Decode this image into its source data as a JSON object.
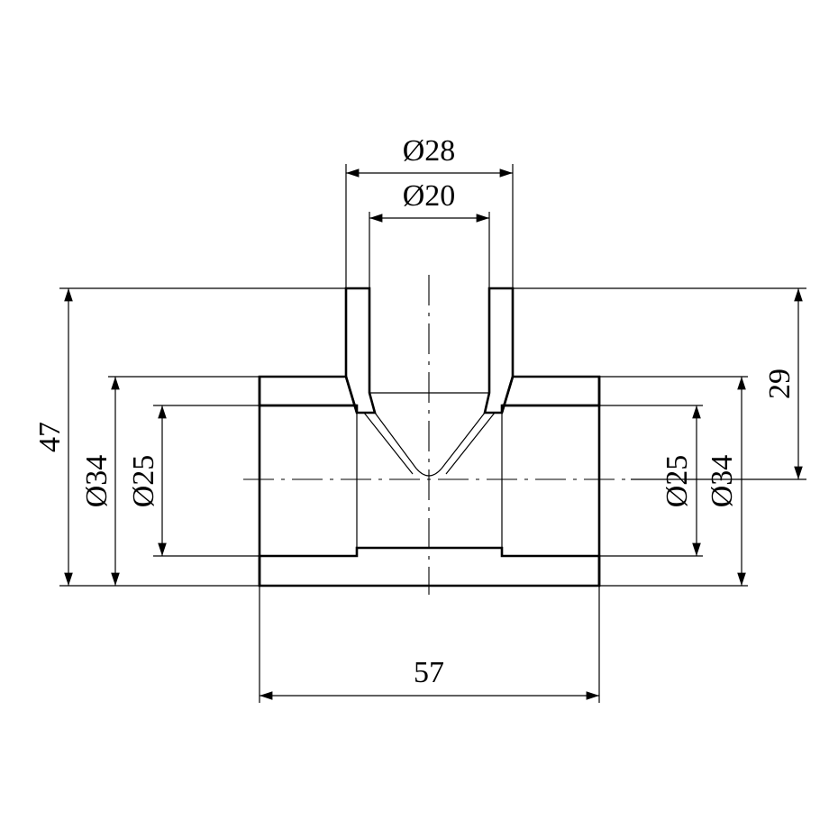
{
  "drawing": {
    "type": "reducing tee technical drawing",
    "dimensions": {
      "top_outer": "Ø28",
      "top_inner": "Ø20",
      "overall_height": "47",
      "branch_height": "29",
      "left_outer": "Ø34",
      "left_inner": "Ø25",
      "right_inner": "Ø25",
      "right_outer": "Ø34",
      "overall_length": "57"
    },
    "line_color": "#000000",
    "hatch": "45-degree section hatching"
  }
}
